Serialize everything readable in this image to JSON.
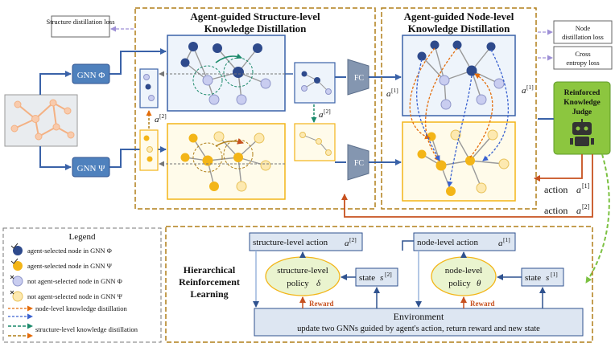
{
  "colors": {
    "blue_node": "#2e4a8c",
    "blue_light": "#c9cdf0",
    "yellow_node": "#f3b518",
    "yellow_light": "#fde9b0",
    "panel_blue_fill": "#eef4fb",
    "panel_yellow_fill": "#fffbea",
    "dashed_frame": "#b07f18",
    "gnn_box": "#4f81bd",
    "judge_green": "#8cc63f",
    "orange_arrow": "#e46c0a",
    "arrow_red": "#c0504d",
    "green_dashed": "#7cc142",
    "env_fill": "#dde6f2",
    "policy_fill": "#eaf4cf"
  },
  "sections": {
    "structure_title_1": "Agent-guided Structure-level",
    "structure_title_2": "Knowledge Distillation",
    "node_title_1": "Agent-guided Node-level",
    "node_title_2": "Knowledge Distillation",
    "hrl_1": "Hierarchical",
    "hrl_2": "Reinforcement",
    "hrl_3": "Learning"
  },
  "losses": {
    "structure": "Structure distillation loss",
    "node_1": "Node",
    "node_2": "distillation loss",
    "cross_1": "Cross",
    "cross_2": "entropy loss"
  },
  "gnn": {
    "phi": "GNN Φ",
    "psi": "GNN Ψ"
  },
  "fc": "FC",
  "judge": {
    "line1": "Reinforced",
    "line2": "Knowledge",
    "line3": "Judge"
  },
  "labels": {
    "a": "a",
    "sup1": "[1]",
    "sup2": "[2]"
  },
  "actions": {
    "action": "action"
  },
  "hrl": {
    "structure_action": "structure-level action",
    "node_action": "node-level action",
    "structure_policy_1": "structure-level",
    "structure_policy_2": "policy",
    "delta": "δ",
    "node_policy_1": "node-level",
    "node_policy_2": "policy",
    "theta": "θ",
    "state": "state",
    "s": "s",
    "reward": "Reward",
    "env_title": "Environment",
    "env_desc": "update two GNNs guided by agent's action, return reward and new state"
  },
  "legend": {
    "title": "Legend",
    "items": [
      "agent-selected  node in GNN Φ",
      "agent-selected  node in GNN Ψ",
      "not agent-selected  node in GNN Φ",
      "not agent-selected  node in GNN Ψ",
      "node-level  knowledge distillation",
      "",
      "structure-level  knowledge distillation"
    ]
  }
}
